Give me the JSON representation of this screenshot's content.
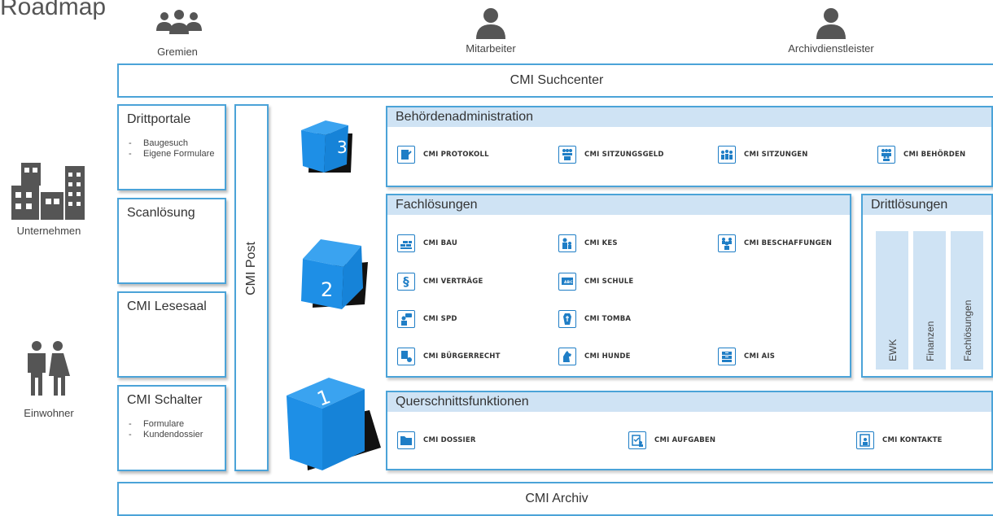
{
  "title": "Roadmap",
  "actors": {
    "gremien": "Gremien",
    "mitarbeiter": "Mitarbeiter",
    "archiv": "Archivdienstleister",
    "unternehmen": "Unternehmen",
    "einwohner": "Einwohner"
  },
  "suchcenter": "CMI Suchcenter",
  "archiv": "CMI Archiv",
  "left": {
    "drittportale": {
      "title": "Drittportale",
      "items": [
        "Baugesuch",
        "Eigene Formulare"
      ]
    },
    "scanloesung": {
      "title": "Scanlösung"
    },
    "lesesaal": {
      "title": "CMI Lesesaal"
    },
    "schalter": {
      "title": "CMI Schalter",
      "items": [
        "Formulare",
        "Kundendossier"
      ]
    }
  },
  "post": "CMI Post",
  "cubes": [
    "1",
    "2",
    "3"
  ],
  "behoerden": {
    "title": "Behördenadministration",
    "modules": [
      "CMI PROTOKOLL",
      "CMI SITZUNGSGELD",
      "CMI SITZUNGEN",
      "CMI BEHÖRDEN"
    ]
  },
  "fach": {
    "title": "Fachlösungen",
    "modules": [
      "CMI BAU",
      "CMI KES",
      "CMI BESCHAFFUNGEN",
      "CMI VERTRÄGE",
      "CMI SCHULE",
      "CMI SPD",
      "CMI TOMBA",
      "CMI BÜRGERRECHT",
      "CMI HUNDE",
      "CMI AIS"
    ]
  },
  "dritt": {
    "title": "Drittlösungen",
    "columns": [
      "EWK",
      "Finanzen",
      "Fachlösungen"
    ]
  },
  "quer": {
    "title": "Querschnittsfunktionen",
    "modules": [
      "CMI DOSSIER",
      "CMI AUFGABEN",
      "CMI KONTAKTE"
    ]
  },
  "icons": {
    "protokoll": "document-pen-icon",
    "sitzungsgeld": "people-money-icon",
    "sitzungen": "meeting-icon",
    "behoerden": "group-icon",
    "bau": "bricks-icon",
    "kes": "family-icon",
    "beschaffungen": "team-icon",
    "vertraege": "paragraph-icon",
    "schule": "blackboard-icon",
    "spd": "counseling-icon",
    "tomba": "coffin-icon",
    "buergerrecht": "passport-icon",
    "hunde": "dog-icon",
    "ais": "archive-box-icon",
    "dossier": "folder-icon",
    "aufgaben": "clipboard-icon",
    "kontakte": "contact-book-icon"
  },
  "colors": {
    "accent": "#4ba3d8",
    "panel_header": "#cfe3f4",
    "icon_blue": "#1f7ec6",
    "cube": "#1e8fe6"
  }
}
